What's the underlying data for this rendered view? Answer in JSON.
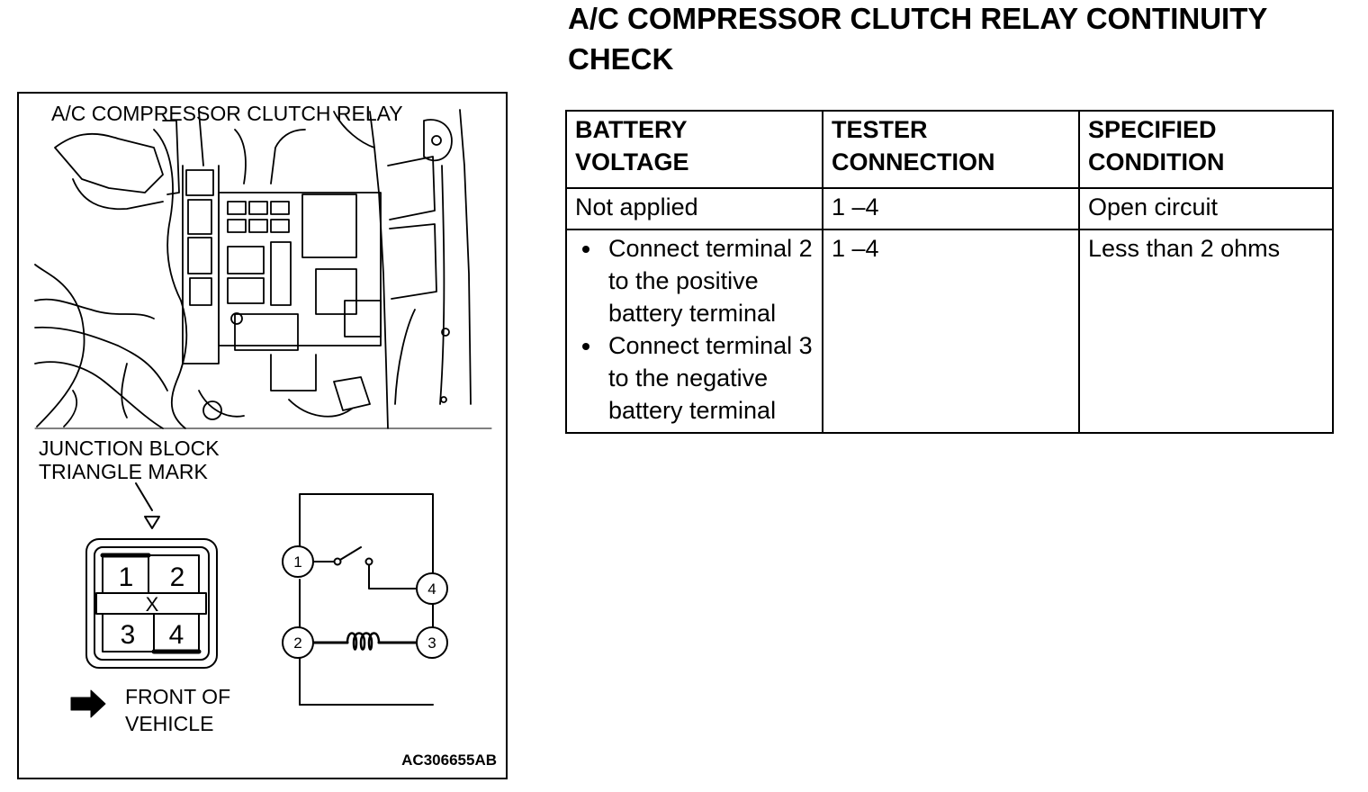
{
  "title": "A/C COMPRESSOR CLUTCH RELAY CONTINUITY CHECK",
  "figure": {
    "relay_label": "A/C COMPRESSOR CLUTCH RELAY",
    "junction_label_line1": "JUNCTION BLOCK",
    "junction_label_line2": "TRIANGLE MARK",
    "front_label_line1": "FRONT OF",
    "front_label_line2": "VEHICLE",
    "figure_code": "AC306655AB",
    "connector_terminals": [
      "1",
      "2",
      "3",
      "4"
    ],
    "connector_center_mark": "X",
    "circuit_terminals": [
      "1",
      "2",
      "3",
      "4"
    ]
  },
  "table": {
    "headers": [
      "BATTERY VOLTAGE",
      "TESTER CONNECTION",
      "SPECIFIED CONDITION"
    ],
    "header_lines": [
      [
        "BATTERY",
        "VOLTAGE"
      ],
      [
        "TESTER",
        "CONNECTION"
      ],
      [
        "SPECIFIED",
        "CONDITION"
      ]
    ],
    "rows": [
      {
        "voltage": "Not applied",
        "connection": "1 –4",
        "condition": "Open circuit"
      },
      {
        "voltage_items": [
          "Connect terminal 2 to the positive battery terminal",
          "Connect terminal 3 to the negative battery terminal"
        ],
        "connection": "1 –4",
        "condition": "Less than 2 ohms"
      }
    ]
  }
}
